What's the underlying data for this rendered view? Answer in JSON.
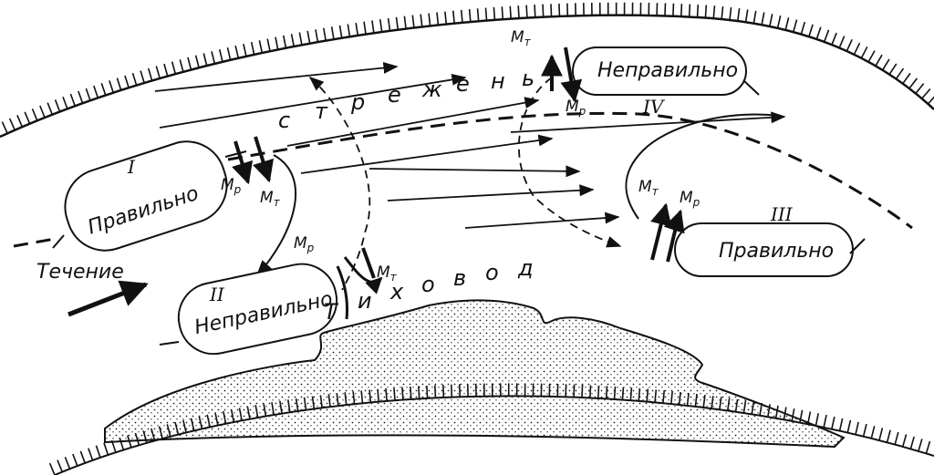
{
  "labels": {
    "current": "Течение",
    "stream_letters": [
      "с",
      "т",
      "р",
      "е",
      "ж",
      "е",
      "н",
      "ь"
    ],
    "quiet_letters": [
      "Т",
      "и",
      "х",
      "о",
      "в",
      "о",
      "д"
    ],
    "roman": {
      "I": "I",
      "II": "II",
      "III": "III",
      "IV": "IV"
    }
  },
  "boats": {
    "I": {
      "label": "Правильно"
    },
    "II": {
      "label": "Неправильно"
    },
    "III": {
      "label": "Правильно"
    },
    "IV": {
      "label": "Неправильно"
    }
  },
  "moments": {
    "mp": "М",
    "mp_sub": "р",
    "mt": "М",
    "mt_sub": "т"
  }
}
